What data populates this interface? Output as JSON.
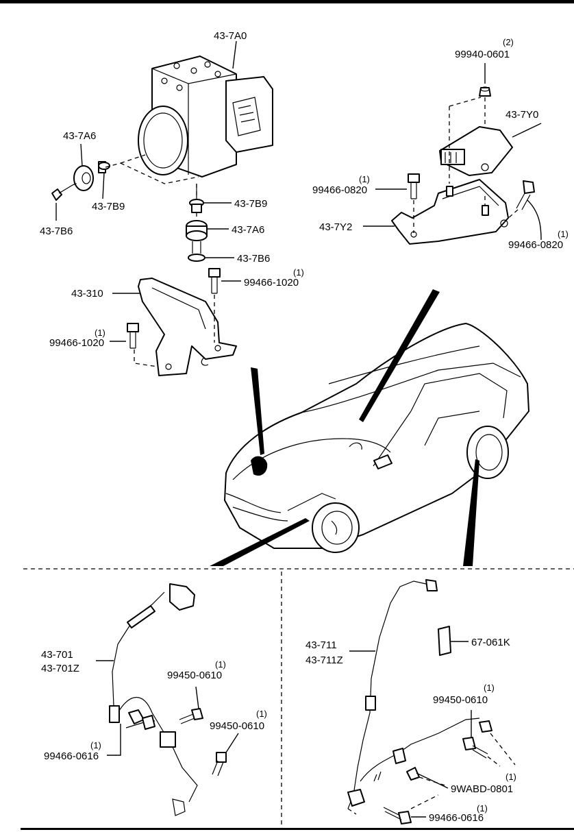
{
  "labels": {
    "hu_unit": "43-7A0",
    "hu_nut_num": "99940-0601",
    "hu_nut_qty": "(2)",
    "yaw_sensor": "43-7Y0",
    "hu_bolt_left": "43-7A6",
    "hu_bolt_left_b6": "43-7B6",
    "hu_bolt_left_b9": "43-7B9",
    "mid_b9": "43-7B9",
    "mid_a6": "43-7A6",
    "mid_b6": "43-7B6",
    "yaw_bolt_l_num": "99466-0820",
    "yaw_bolt_l_qty": "(1)",
    "yaw_bracket": "43-7Y2",
    "yaw_bolt_r_num": "99466-0820",
    "yaw_bolt_r_qty": "(1)",
    "hu_bracket_bolt_r_num": "99466-1020",
    "hu_bracket_bolt_r_qty": "(1)",
    "hu_bracket": "43-310",
    "hu_bracket_bolt_l_num": "99466-1020",
    "hu_bracket_bolt_l_qty": "(1)",
    "front_sensor_1": "43-701",
    "front_sensor_2": "43-701Z",
    "front_bolt_a_num": "99450-0610",
    "front_bolt_a_qty": "(1)",
    "front_bolt_b_num": "99450-0610",
    "front_bolt_b_qty": "(1)",
    "front_bolt_c_num": "99466-0616",
    "front_bolt_c_qty": "(1)",
    "rear_sensor_1": "43-711",
    "rear_sensor_2": "43-711Z",
    "rear_tag": "67-061K",
    "rear_bolt_a_num": "99450-0610",
    "rear_bolt_a_qty": "(1)",
    "rear_clip_num": "9WABD-0801",
    "rear_clip_qty": "(1)",
    "rear_bolt_b_num": "99466-0616",
    "rear_bolt_b_qty": "(1)"
  },
  "colors": {
    "ink": "#000000",
    "paper": "#ffffff"
  }
}
